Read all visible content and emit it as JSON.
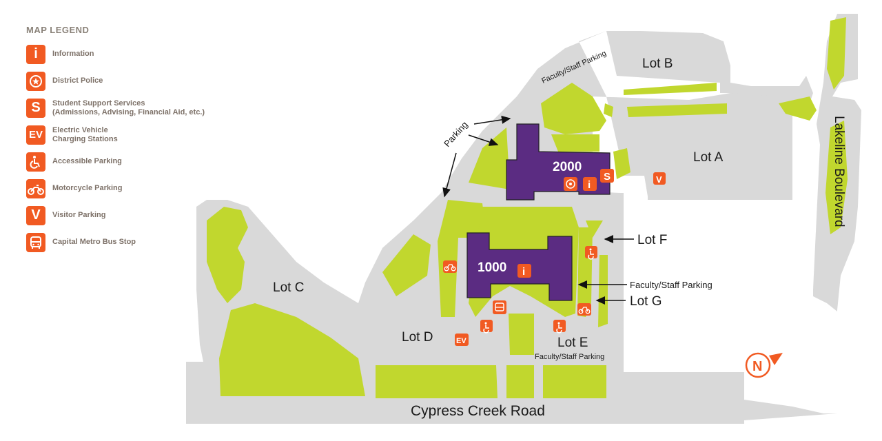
{
  "legend": {
    "title": "MAP LEGEND",
    "items": [
      {
        "icon": "info-icon",
        "label1": "Information",
        "label2": ""
      },
      {
        "icon": "police-badge-icon",
        "label1": "District Police",
        "label2": ""
      },
      {
        "icon": "student-services-icon",
        "label1": "Student Support Services",
        "label2": "(Admissions, Advising, Financial Aid, etc.)"
      },
      {
        "icon": "ev-charging-icon",
        "label1": "Electric Vehicle",
        "label2": "Charging Stations"
      },
      {
        "icon": "accessible-parking-icon",
        "label1": "Accessible Parking",
        "label2": ""
      },
      {
        "icon": "motorcycle-icon",
        "label1": "Motorcycle Parking",
        "label2": ""
      },
      {
        "icon": "visitor-parking-icon",
        "label1": "Visitor Parking",
        "label2": ""
      },
      {
        "icon": "bus-stop-icon",
        "label1": "Capital Metro Bus Stop",
        "label2": ""
      }
    ]
  },
  "map": {
    "lots": {
      "a": "Lot A",
      "b": "Lot B",
      "c": "Lot C",
      "d": "Lot D",
      "e": "Lot E",
      "f": "Lot F",
      "g": "Lot G"
    },
    "buildings": {
      "b1000": "1000",
      "b2000": "2000"
    },
    "labels": {
      "faculty_top": "Faculty/Staff Parking",
      "faculty_right": "Faculty/Staff Parking",
      "faculty_e": "Faculty/Staff Parking",
      "parking": "Parking",
      "road_bottom": "Cypress Creek Road",
      "road_right": "Lakeline Boulevard"
    },
    "glyphs": {
      "info": "i",
      "services": "S",
      "ev": "EV",
      "visitor": "V",
      "north": "N"
    },
    "colors": {
      "road": "#d9d9d9",
      "green": "#c1d72e",
      "building": "#5b2c82",
      "icon": "#f15a22"
    }
  }
}
